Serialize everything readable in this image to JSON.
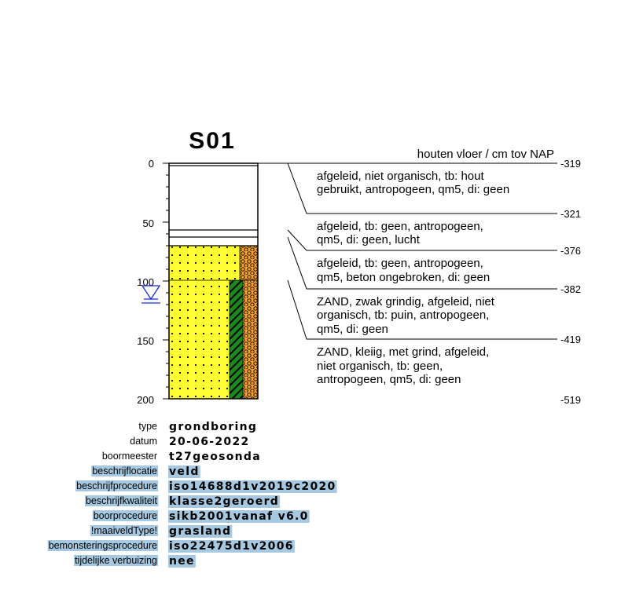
{
  "title": "S01",
  "header": "houten vloer / cm tov NAP",
  "depth_axis": {
    "ticks": [
      "0",
      "50",
      "100",
      "150",
      "200"
    ]
  },
  "layers": [
    {
      "nap": "-319",
      "lines": [
        "afgeleid, niet organisch, tb: hout",
        "gebruikt, antropogeen, qm5, di: geen"
      ]
    },
    {
      "nap": "-321",
      "lines": [
        "afgeleid, tb: geen, antropogeen,",
        "qm5, di: geen, lucht"
      ]
    },
    {
      "nap": "-376",
      "lines": [
        "afgeleid, tb: geen, antropogeen,",
        "qm5, beton ongebroken, di: geen"
      ]
    },
    {
      "nap": "-382",
      "lines": [
        "ZAND, zwak grindig, afgeleid, niet",
        "organisch, tb: puin, antropogeen,",
        "qm5, di: geen"
      ]
    },
    {
      "nap": "-419",
      "lines": [
        "ZAND, kleiig, met grind, afgeleid,",
        "niet organisch, tb: geen,",
        "antropogeen, qm5, di: geen"
      ]
    }
  ],
  "bottom_nap": "-519",
  "groundwater_icon": "groundwater-level-triangle",
  "colors": {
    "sand": "#ffff33",
    "gravel": "#f5a030",
    "clay": "#1a8a1a",
    "groundwater": "#1a2fd6",
    "label_highlight": "#a6c8e0"
  },
  "meta": [
    {
      "label": "type",
      "value": "grondboring",
      "highlight": false
    },
    {
      "label": "datum",
      "value": "20-06-2022",
      "highlight": false
    },
    {
      "label": "boormeester",
      "value": "t27geosonda",
      "highlight": false
    },
    {
      "label": "beschrijflocatie",
      "value": "veld",
      "highlight": true
    },
    {
      "label": "beschrijfprocedure",
      "value": "iso14688d1v2019c2020",
      "highlight": true
    },
    {
      "label": "beschrijfkwaliteit",
      "value": "klasse2geroerd",
      "highlight": true
    },
    {
      "label": "boorprocedure",
      "value": "sikb2001vanaf v6.0",
      "highlight": true
    },
    {
      "label": "!maaiveldType!",
      "value": "grasland",
      "highlight": true
    },
    {
      "label": "bemonsteringsprocedure",
      "value": "iso22475d1v2006",
      "highlight": true
    },
    {
      "label": "tijdelijke verbuizing",
      "value": "nee",
      "highlight": true
    }
  ]
}
